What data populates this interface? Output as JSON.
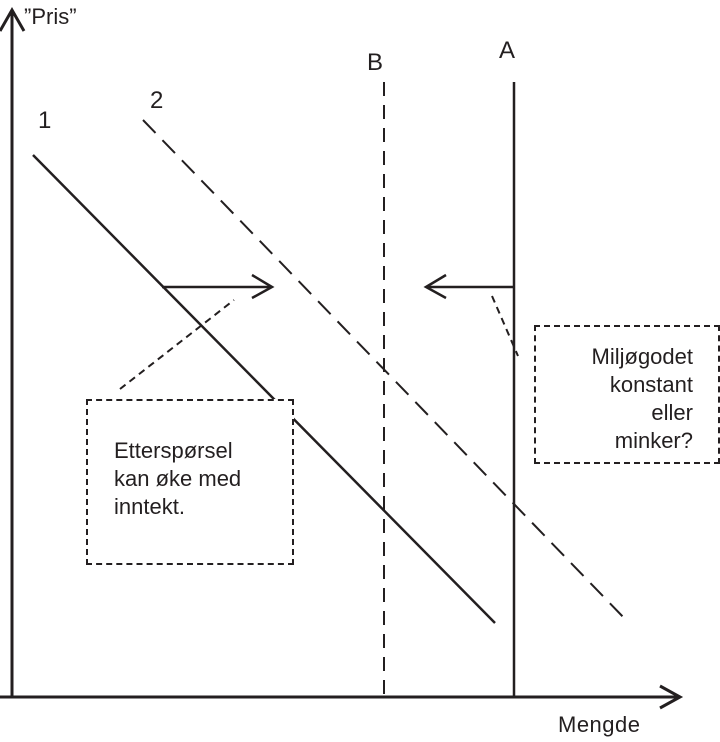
{
  "diagram": {
    "axes": {
      "y_label": "”Pris”",
      "x_label": "Mengde"
    },
    "curves": [
      {
        "id": "1",
        "label": "1",
        "kind": "demand",
        "style": "solid"
      },
      {
        "id": "2",
        "label": "2",
        "kind": "demand",
        "style": "dashed"
      },
      {
        "id": "B",
        "label": "B",
        "kind": "supply",
        "style": "dashed"
      },
      {
        "id": "A",
        "label": "A",
        "kind": "supply",
        "style": "solid"
      }
    ],
    "arrows": [
      {
        "id": "demand-shift",
        "direction": "right",
        "from": "1",
        "to": "2"
      },
      {
        "id": "supply-shift",
        "direction": "left",
        "from": "A",
        "to": "B"
      }
    ],
    "annotations": {
      "demand_note": [
        "Etterspørsel",
        "kan øke med",
        "inntekt."
      ],
      "supply_note": [
        "Miljøgodet",
        "konstant",
        "eller",
        "minker?"
      ]
    },
    "colors": {
      "ink": "#231f20",
      "background": "#ffffff"
    }
  }
}
